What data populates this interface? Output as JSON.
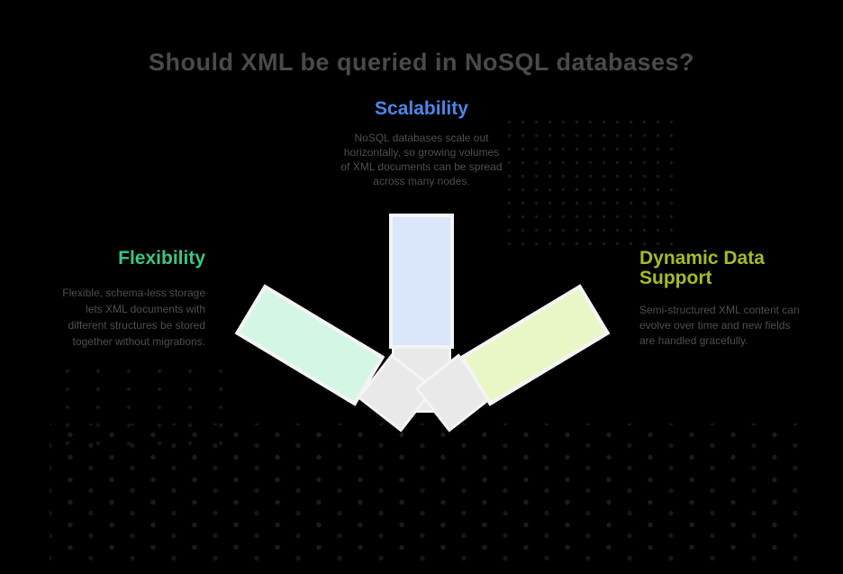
{
  "title": "Should XML be queried in NoSQL databases?",
  "sections": {
    "scalability": {
      "heading": "Scalability",
      "heading_color": "#4e86e8",
      "body": "NoSQL databases scale out horizontally, so growing volumes of XML documents can be spread across many nodes."
    },
    "flexibility": {
      "heading": "Flexibility",
      "heading_color": "#3ec483",
      "body": "Flexible, schema-less storage lets XML documents with different structures be stored together without migrations."
    },
    "dynamic_data_support": {
      "heading": "Dynamic Data Support",
      "heading_color": "#a3bc2a",
      "body": "Semi-structured XML content can evolve over time and new fields are handled gracefully."
    }
  },
  "graphic": {
    "type": "three-petal fan of arrow bars radiating from bottom center",
    "petals": [
      {
        "id": "flexibility",
        "direction": "upper-left",
        "fill": "#d3f7e4"
      },
      {
        "id": "scalability",
        "direction": "up",
        "fill": "#dae6fa"
      },
      {
        "id": "dynamic-data-support",
        "direction": "upper-right",
        "fill": "#e9f7c7"
      }
    ],
    "connector_fill": "#e9e9e9",
    "border_color": "#f4f4f4",
    "background_color": "#000000",
    "title_color": "#4a4a4a",
    "body_text_color": "#4f4f4f"
  }
}
